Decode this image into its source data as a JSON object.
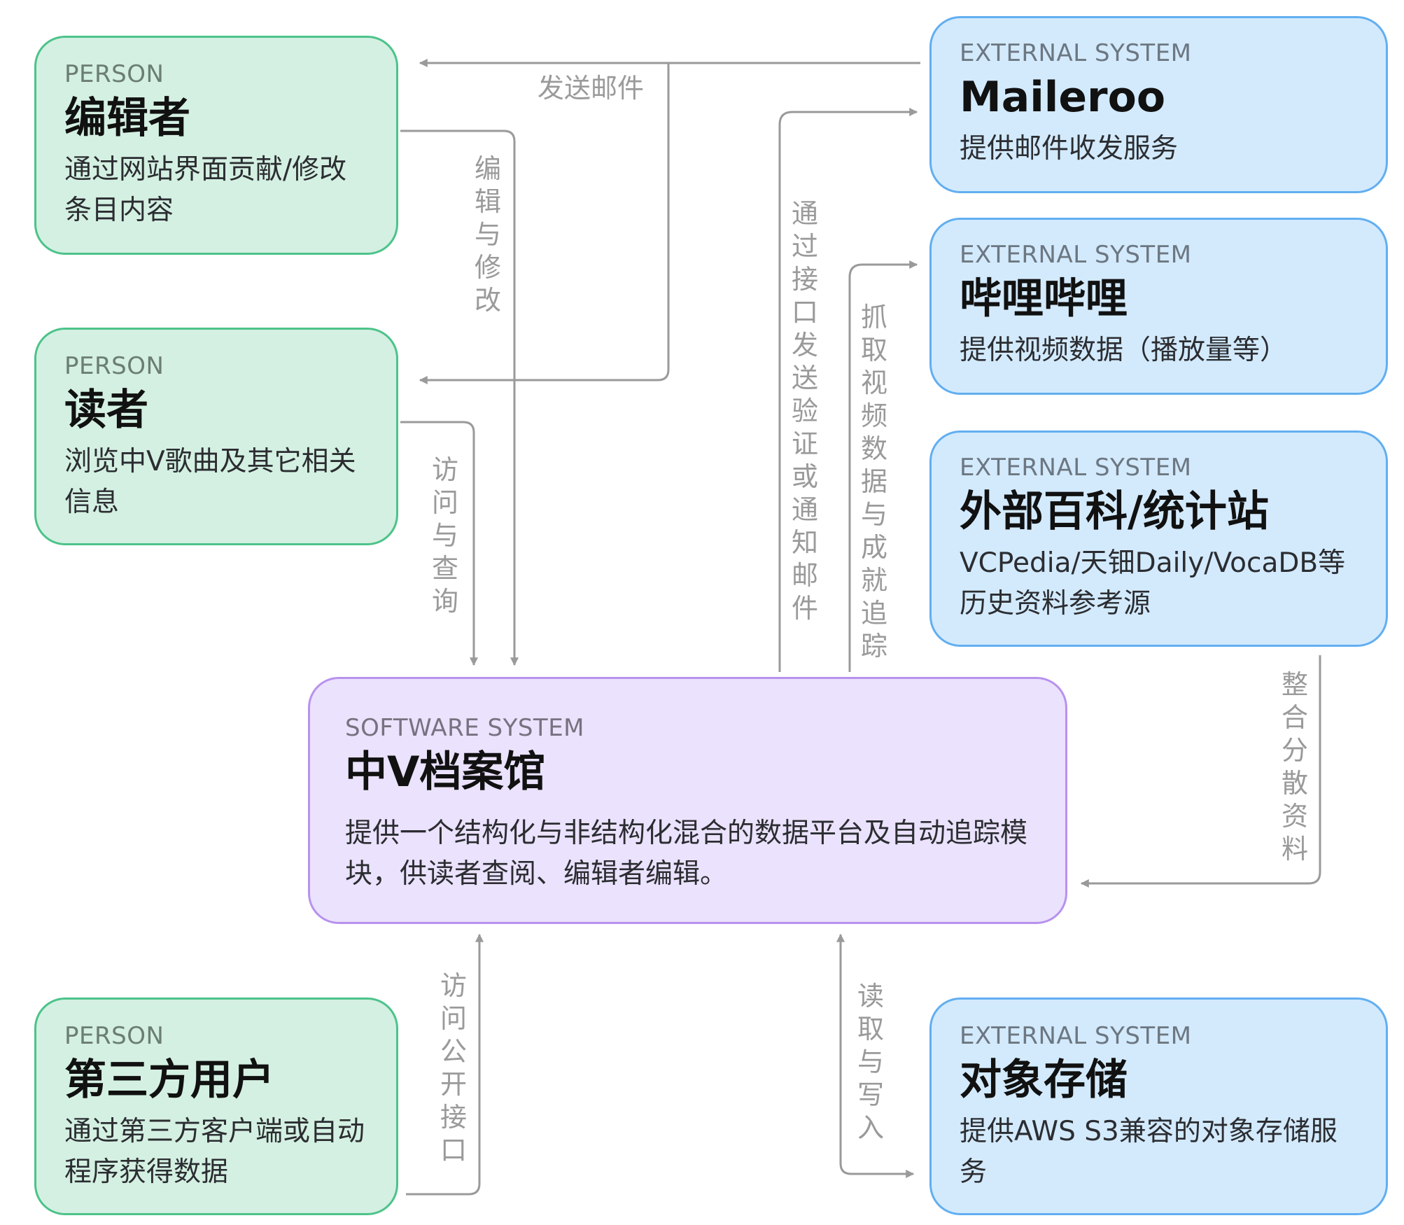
{
  "diagram": {
    "persons": [
      {
        "kind": "PERSON",
        "title": "编辑者",
        "desc": "通过网站界面贡献/修改条目内容"
      },
      {
        "kind": "PERSON",
        "title": "读者",
        "desc": "浏览中V歌曲及其它相关信息"
      },
      {
        "kind": "PERSON",
        "title": "第三方用户",
        "desc": "通过第三方客户端或自动程序获得数据"
      }
    ],
    "software": {
      "kind": "SOFTWARE SYSTEM",
      "title": "中V档案馆",
      "desc": "提供一个结构化与非结构化混合的数据平台及自动追踪模块，供读者查阅、编辑者编辑。"
    },
    "externals": [
      {
        "kind": "EXTERNAL SYSTEM",
        "title": "Maileroo",
        "desc": "提供邮件收发服务"
      },
      {
        "kind": "EXTERNAL SYSTEM",
        "title": "哔哩哔哩",
        "desc": "提供视频数据（播放量等）"
      },
      {
        "kind": "EXTERNAL SYSTEM",
        "title": "外部百科/统计站",
        "desc": "VCPedia/天钿Daily/VocaDB等历史资料参考源"
      },
      {
        "kind": "EXTERNAL SYSTEM",
        "title": "对象存储",
        "desc": "提供AWS S3兼容的对象存储服务"
      }
    ],
    "relations": {
      "send_mail": "发送邮件",
      "edit_modify": "编辑与修改",
      "visit_query": "访问与查询",
      "api_mail": "通过接口发送验证或通知邮件",
      "scrape": "抓取视频数据与成就追踪",
      "integrate": "整合分散资料",
      "public_api": "访问公开接口",
      "read_write": "读取与写入"
    },
    "colors": {
      "person_fill": "#d4f0e2",
      "person_border": "#4cc38a",
      "external_fill": "#d3eafd",
      "external_border": "#62aef0",
      "software_fill": "#ebe2fd",
      "software_border": "#b892ee",
      "connector": "#9a9a9a"
    }
  }
}
